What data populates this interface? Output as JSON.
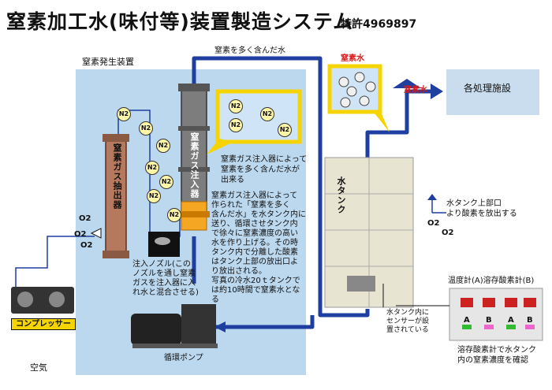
{
  "header": {
    "title": "窒素加工水(味付等)装置製造システム",
    "patent": "特許4969897"
  },
  "generator": {
    "area_label": "窒素発生装置",
    "extractor_label": "窒素ガス抽出器",
    "injector_label": "窒素ガス注入器",
    "injector_desc": "窒素ガス注入器によって\n窒素を多く含んだ水が\n出来る",
    "process_desc": "窒素ガス注入器によって\n作られた「窒素を多く\n含んだ水」を水タンク内に\n送り、循環させタンク内\nで徐々に窒素濃度の高い\n水を作り上げる。その時\nタンク内で分離した酸素\nはタンク上部の放出口よ\nり放出される。\n写真の冷水20ｔタンクで\nは約10時間で窒素水とな\nる",
    "nozzle_desc": "注入ノズル(この\nノズルを通し窒素\nガスを注入器に入\nれ水と混合させる)",
    "compressor_label": "コンプレッサー",
    "air_label": "空気",
    "pump_label": "循環ポンプ"
  },
  "flow": {
    "top_label": "窒素を多く含んだ水",
    "nitrogen_water_label": "窒素水",
    "nitrogen_water_label_2": "窒素水"
  },
  "tank": {
    "label": "水タンク",
    "oxygen_release": "水タンク上部口\nより酸素を放出する",
    "sensor_desc": "水タンク内に\nセンサーが設\n置されている"
  },
  "facility": {
    "label": "各処理施設"
  },
  "meters": {
    "title": "温度計(A)溶存酸素計(B)",
    "desc": "溶存酸素計で水タンク\n内の窒素濃度を確認",
    "a": "A",
    "b": "B"
  },
  "molecules": {
    "n2": "N2",
    "o2": "O2"
  },
  "colors": {
    "pipe": "#1f3fa0",
    "area": "#bcd8ee",
    "callout": "#f5d400",
    "accent_red": "#d81b1b"
  }
}
